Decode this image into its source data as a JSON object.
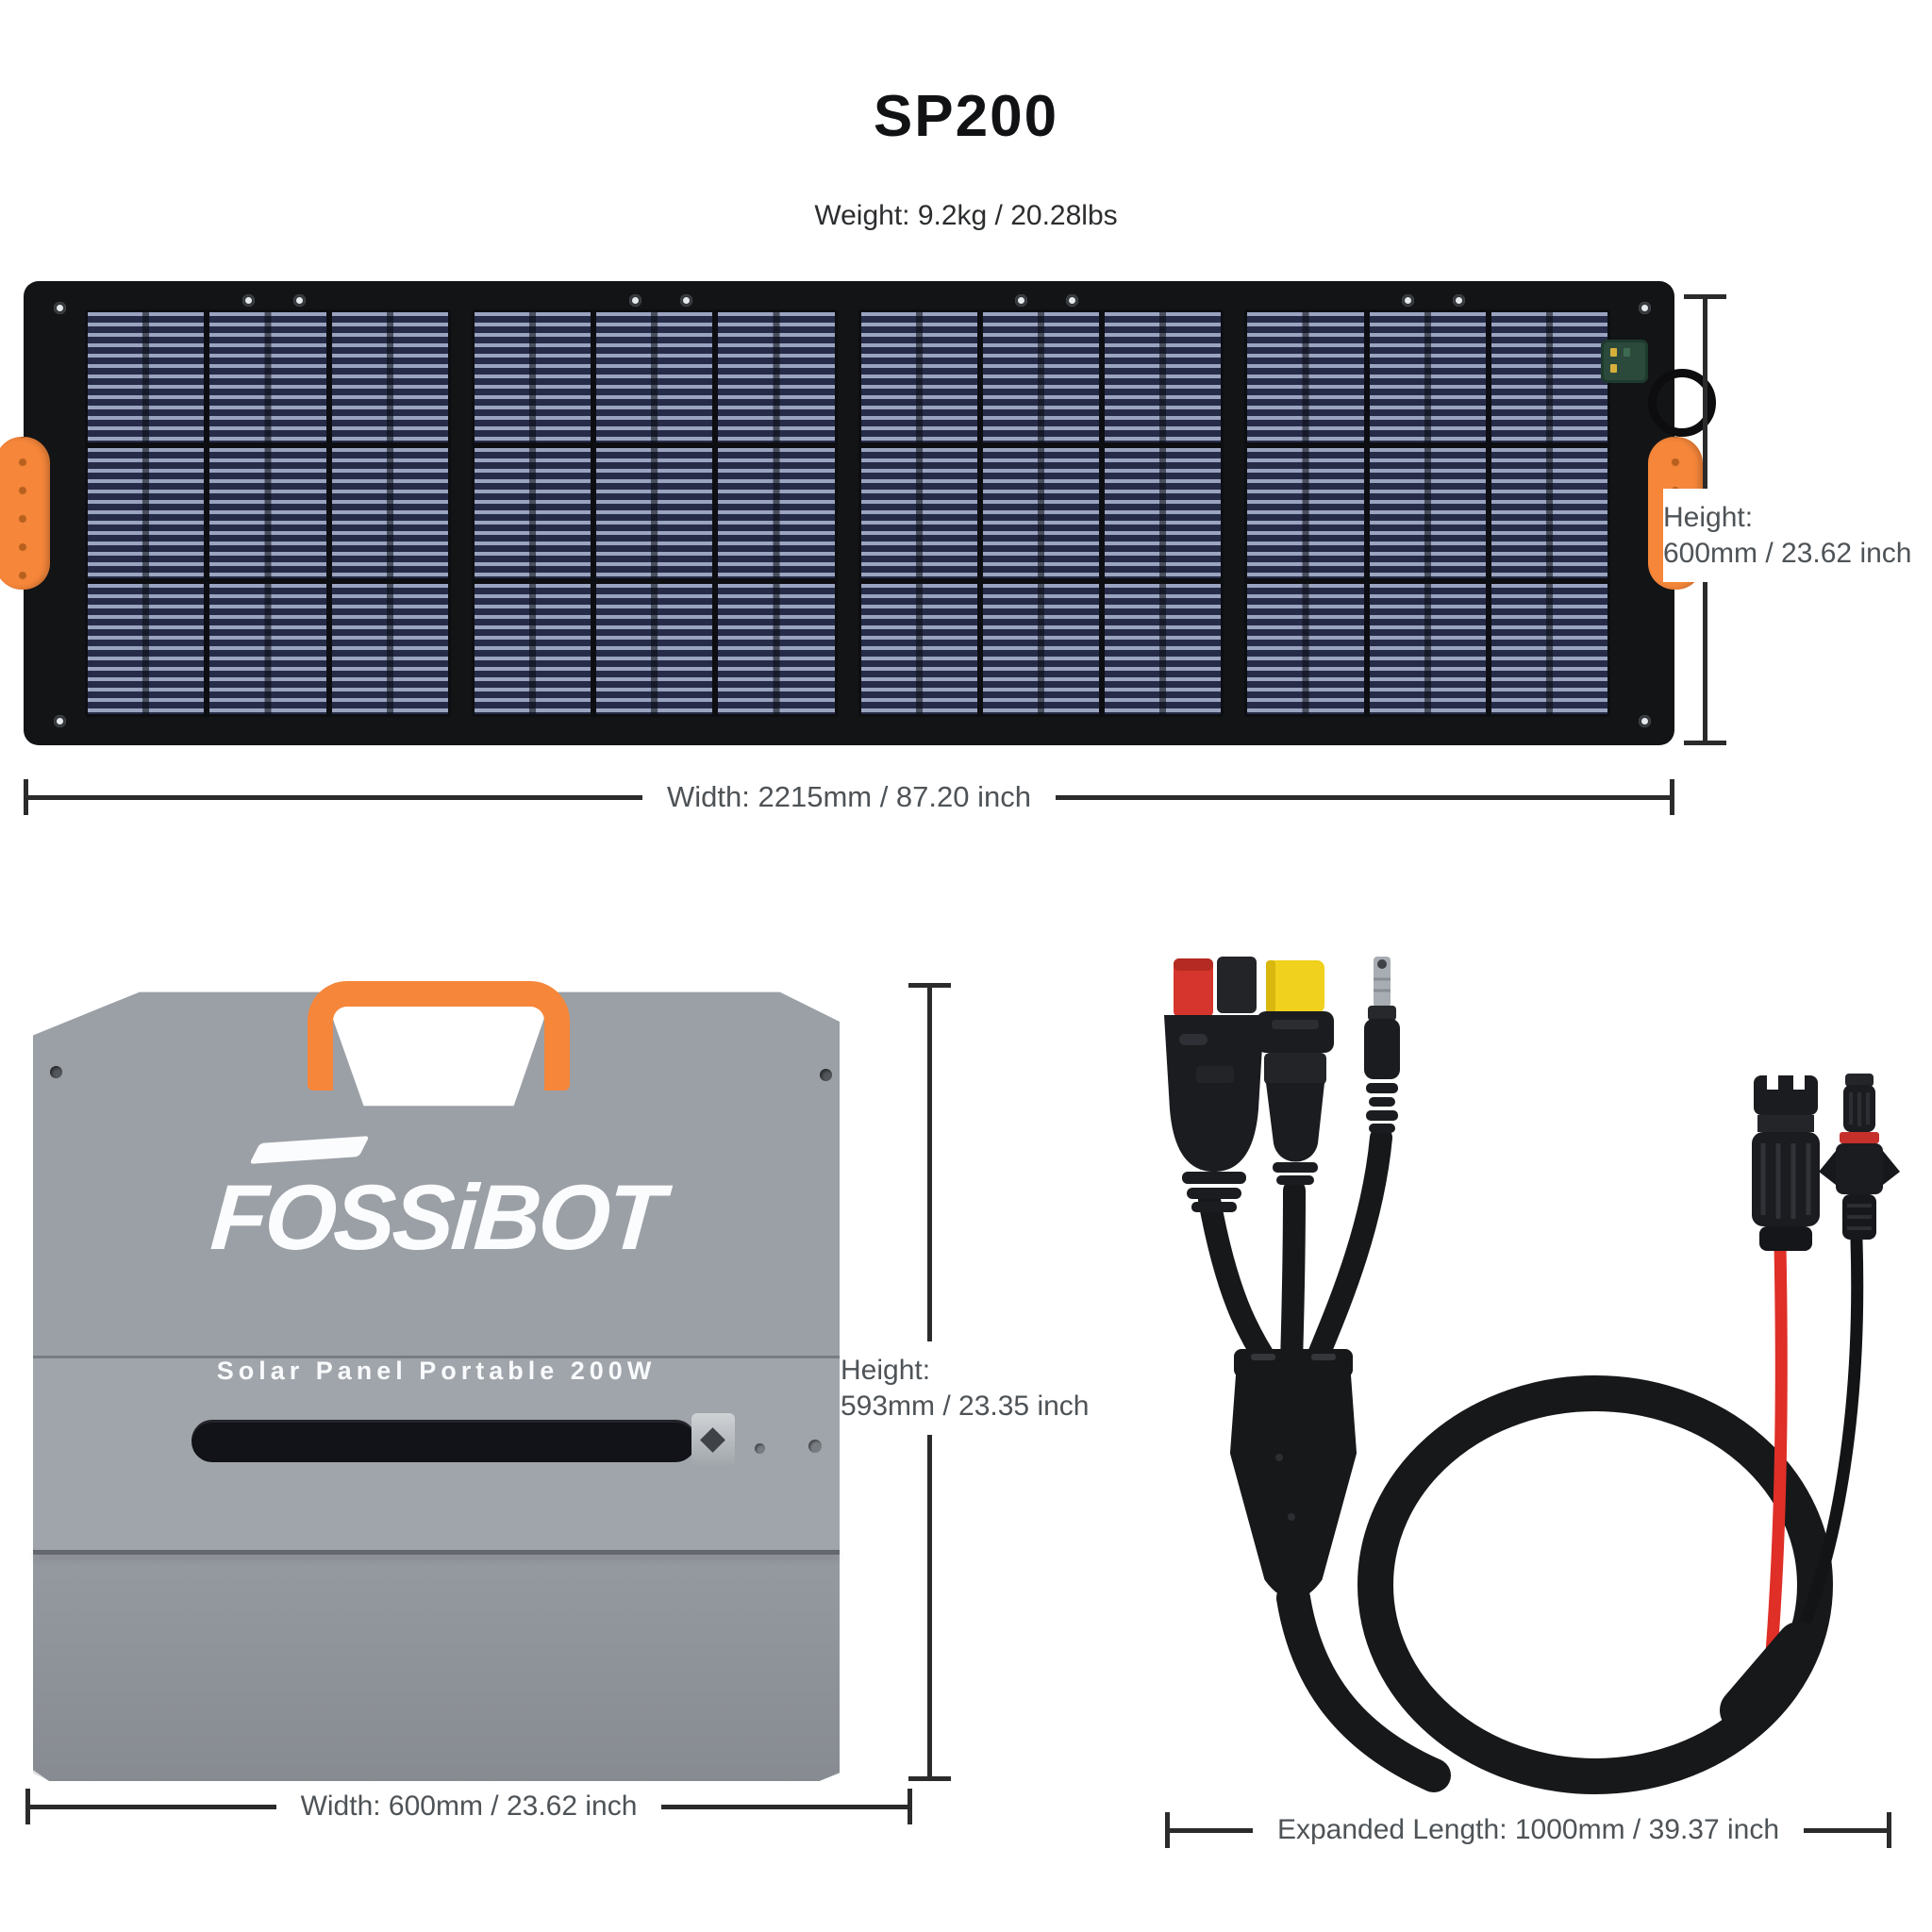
{
  "header": {
    "title": "SP200",
    "weight": "Weight: 9.2kg / 20.28lbs"
  },
  "unfolded_panel": {
    "height_label": "Height:",
    "height_value": "600mm / 23.62 inch",
    "width_label": "Width: 2215mm / 87.20 inch"
  },
  "folded_panel": {
    "logo": "FOSSiBOT",
    "tagline": "Solar Panel Portable 200W",
    "height_label": "Height:",
    "height_value": "593mm / 23.35 inch",
    "width_label": "Width: 600mm / 23.62 inch"
  },
  "cable": {
    "length_label": "Expanded Length: 1000mm / 39.37 inch"
  },
  "colors": {
    "accent_orange": "#f5863a",
    "panel_cell_navy": "#262c47",
    "panel_stripe": "#9aa3c0",
    "case_gray": "#9ba0a7",
    "xt60_yellow": "#f0d11d",
    "connector_red": "#d5352c",
    "wire_red": "#df2f27",
    "dimension_line": "#2b2b2b",
    "dimension_text": "#4e5357"
  }
}
